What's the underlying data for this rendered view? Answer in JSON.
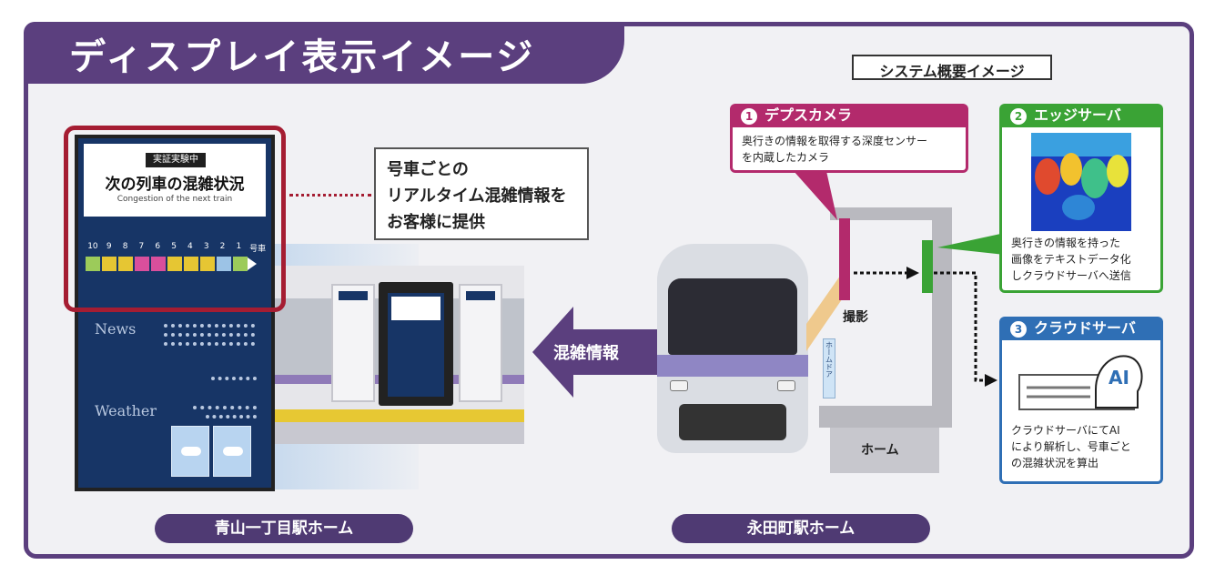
{
  "title": "ディスプレイ表示イメージ",
  "system_overview": "システム概要イメージ",
  "callout": {
    "line1": "号車ごとの",
    "line2": "リアルタイム混雑情報を",
    "line3": "お客様に提供"
  },
  "signage": {
    "badge": "実証実験中",
    "heading": "次の列車の混雑状況",
    "subheading": "Congestion of the next train",
    "car_numbers": [
      "10",
      "9",
      "8",
      "7",
      "6",
      "5",
      "4",
      "3",
      "2",
      "1",
      "号車"
    ],
    "car_colors": [
      "#9ccb5a",
      "#e6c633",
      "#e6c633",
      "#d94f9c",
      "#d94f9c",
      "#e6c633",
      "#e6c633",
      "#e6c633",
      "#9cc3e6",
      "#9ccb5a"
    ],
    "news_label": "News",
    "weather_label": "Weather"
  },
  "arrow_label": "混雑情報",
  "left_station": "青山一丁目駅ホーム",
  "right_station": "永田町駅ホーム",
  "depth_camera": {
    "number": "1",
    "title": "デプスカメラ",
    "line1": "奥行きの情報を取得する深度センサー",
    "line2": "を内蔵したカメラ"
  },
  "edge_server": {
    "number": "2",
    "title": "エッジサーバ",
    "line1": "奥行きの情報を持った",
    "line2": "画像をテキストデータ化",
    "line3": "しクラウドサーバへ送信"
  },
  "cloud_server": {
    "number": "3",
    "title": "クラウドサーバ",
    "ai": "AI",
    "line1": "クラウドサーバにてAI",
    "line2": "により解析し、号車ごと",
    "line3": "の混雑状況を算出"
  },
  "capture_label": "撮影",
  "home_label": "ホーム",
  "home_door_label": "ホームドア",
  "colors": {
    "purple": "#5b3f7e",
    "magenta": "#b32a6c",
    "green": "#3aa335",
    "blue": "#2f6fb5",
    "red": "#a51d32"
  }
}
